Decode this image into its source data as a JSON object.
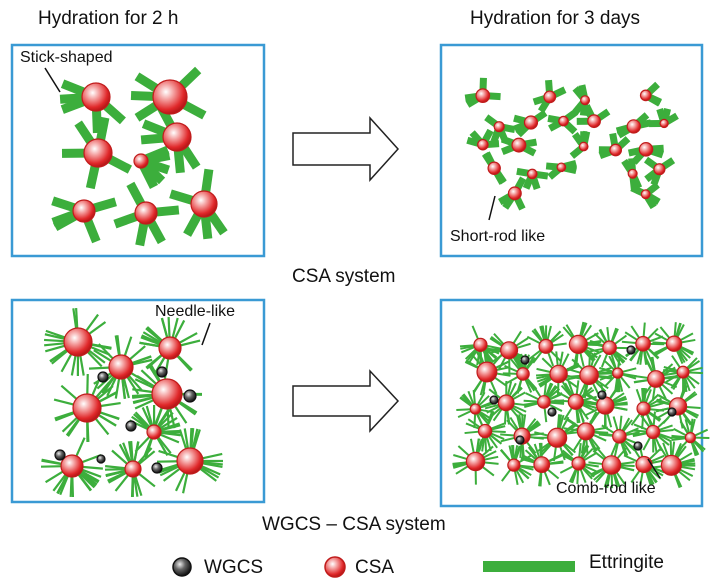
{
  "titles": {
    "left": "Hydration for 2 h",
    "right": "Hydration for 3 days"
  },
  "systems": {
    "top": "CSA system",
    "bottom": "WGCS – CSA system"
  },
  "annotations": {
    "stick": "Stick-shaped",
    "short_rod": "Short-rod like",
    "needle": "Needle-like",
    "comb_rod": "Comb-rod like"
  },
  "legend": {
    "wgcs": "WGCS",
    "csa": "CSA",
    "ettringite": "Ettringite"
  },
  "colors": {
    "box_border": "#3a9ad4",
    "ettringite": "#3cae3c",
    "csa": "#e02a2a",
    "wgcs": "#222222"
  }
}
